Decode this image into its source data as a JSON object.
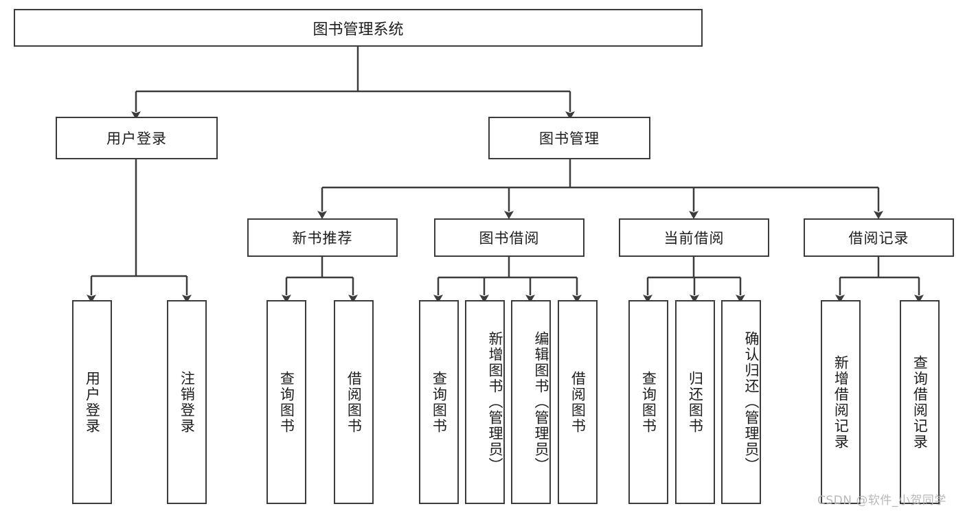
{
  "diagram": {
    "title": "图书管理系统",
    "type": "tree-hierarchy",
    "colors": {
      "box_border": "#3b3b3b",
      "box_fill": "#ffffff",
      "connector": "#3b3b3b",
      "text": "#1d1d1d",
      "watermark": "#b8b8b8",
      "background": "#ffffff"
    },
    "root": {
      "label": "图书管理系统"
    },
    "level2": [
      {
        "label": "用户登录"
      },
      {
        "label": "图书管理"
      }
    ],
    "level3": [
      {
        "label": "新书推荐"
      },
      {
        "label": "图书借阅"
      },
      {
        "label": "当前借阅"
      },
      {
        "label": "借阅记录"
      }
    ],
    "leaves": {
      "user_login": [
        {
          "label": "用户登录"
        },
        {
          "label": "注销登录"
        }
      ],
      "new_book_recommend": [
        {
          "label": "查询图书"
        },
        {
          "label": "借阅图书"
        }
      ],
      "book_borrow": [
        {
          "label": "查询图书"
        },
        {
          "label": "新增图书（管理员）"
        },
        {
          "label": "编辑图书（管理员）"
        },
        {
          "label": "借阅图书"
        }
      ],
      "current_borrow": [
        {
          "label": "查询图书"
        },
        {
          "label": "归还图书"
        },
        {
          "label": "确认归还（管理员）"
        }
      ],
      "borrow_record": [
        {
          "label": "新增借阅记录"
        },
        {
          "label": "查询借阅记录"
        }
      ]
    }
  },
  "watermark": {
    "text": "CSDN @软件_小贺同学"
  }
}
